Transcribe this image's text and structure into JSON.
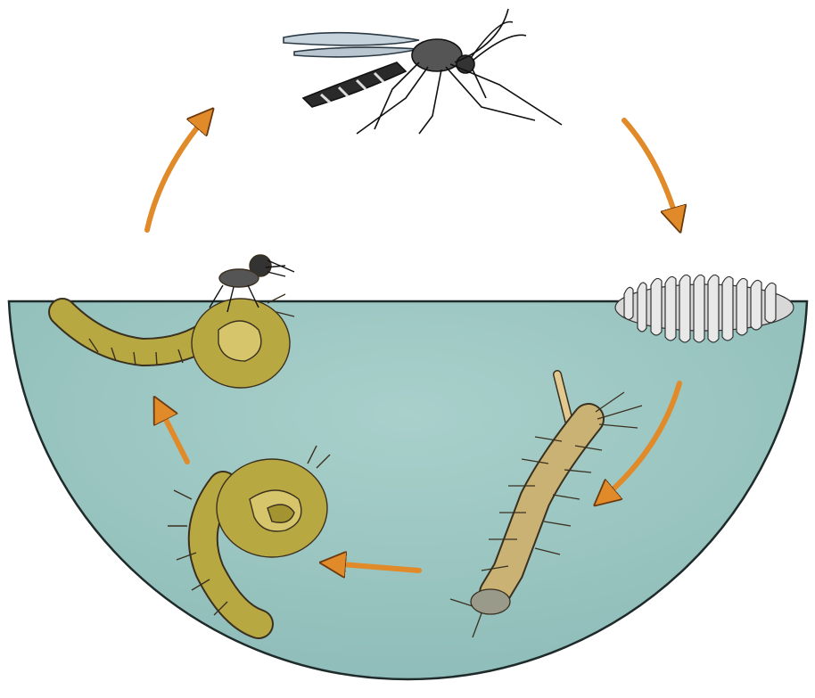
{
  "diagram": {
    "stages": [
      {
        "id": "adult",
        "icon": "mosquito-adult-icon"
      },
      {
        "id": "eggs",
        "icon": "egg-raft-icon"
      },
      {
        "id": "larva",
        "icon": "larva-icon"
      },
      {
        "id": "pupa",
        "icon": "pupa-icon"
      },
      {
        "id": "emerging",
        "icon": "emerging-adult-icon"
      }
    ],
    "cycle_order": [
      "adult",
      "eggs",
      "larva",
      "pupa",
      "emerging",
      "adult"
    ],
    "colors": {
      "water": "#9ec9c5",
      "water_edge": "#1f2a2a",
      "arrow": "#e08a2a",
      "larva_body": "#c9b274",
      "pupa_body": "#b8a842",
      "mosquito_body": "#2a2a2a",
      "egg": "#e8e8e8"
    }
  }
}
